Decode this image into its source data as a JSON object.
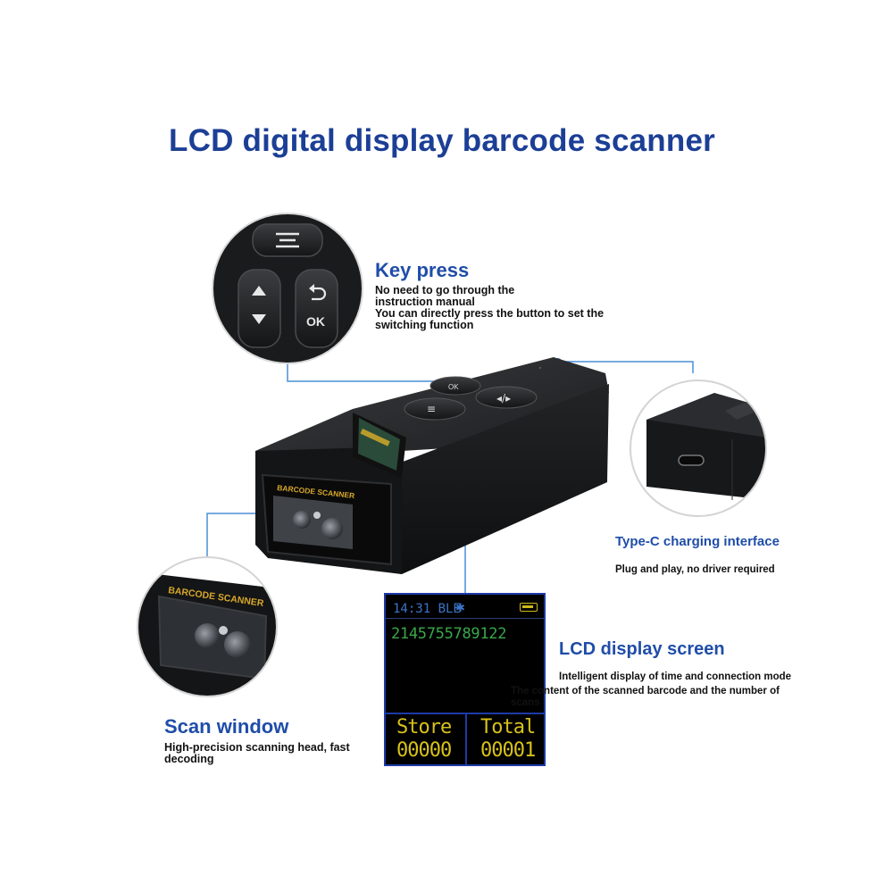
{
  "title": "LCD digital display barcode scanner",
  "key_press": {
    "heading": "Key press",
    "desc_lines": [
      "No need to go through the",
      "instruction manual",
      "You can directly press the button to set the",
      "switching function"
    ],
    "ok_label": "OK"
  },
  "type_c": {
    "heading": "Type-C charging interface",
    "desc": "Plug and play, no driver required"
  },
  "lcd_screen": {
    "heading": "LCD display screen",
    "desc_lines": [
      "Intelligent display of time and connection mode",
      "The content of the scanned barcode and the number of",
      "scans"
    ]
  },
  "scan_window": {
    "heading": "Scan window",
    "desc_lines": [
      "High-precision scanning head, fast",
      "decoding"
    ],
    "device_label": "BARCODE SCANNER"
  },
  "lcd": {
    "time": "14:31 BLE",
    "bt_icon": "bluetooth-icon",
    "barcode": "2145755789122",
    "store_label": "Store",
    "store_value": "00000",
    "total_label": "Total",
    "total_value": "00001"
  },
  "device": {
    "label": "BARCODE SCANNER",
    "ok_label": "OK"
  },
  "colors": {
    "title": "#1c3f96",
    "heading": "#1f4da8",
    "callout_line": "#4a8fd6",
    "lcd_green": "#3aa84a",
    "lcd_yellow": "#d8c21a",
    "lcd_blue": "#3c74c9"
  }
}
